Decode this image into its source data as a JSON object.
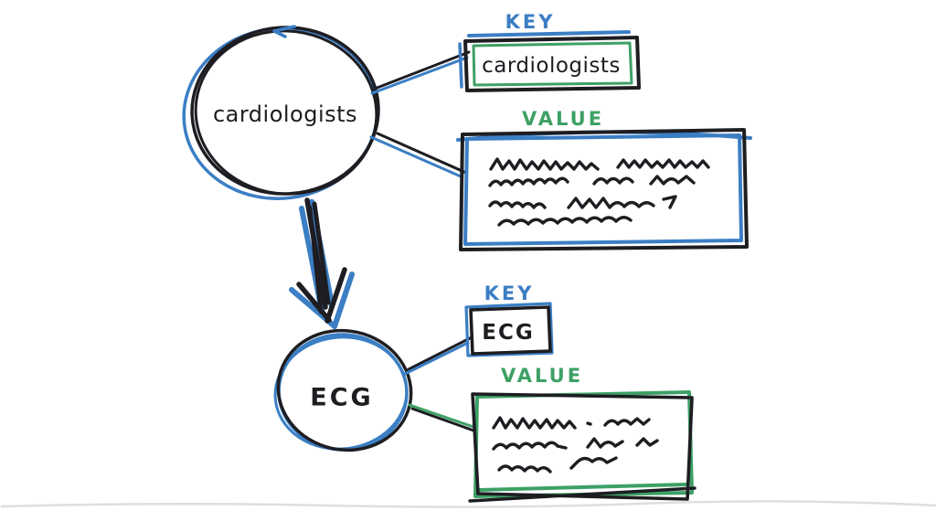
{
  "colors": {
    "paper": "#ffffff",
    "ink": "#1d1d22",
    "blue_accent": "#3b7ec4",
    "green_accent": "#3da065",
    "edge_artifact_gray": "#c3c3c3"
  },
  "top_group": {
    "node": {
      "label": "cardiologists"
    },
    "key_label": "KEY",
    "key_box": {
      "text": "cardiologists"
    },
    "value_label": "VALUE",
    "value_box": {
      "scribble_lines": 4
    }
  },
  "bottom_group": {
    "node": {
      "label": "ECG"
    },
    "key_label": "KEY",
    "key_box": {
      "text": "ECG"
    },
    "value_label": "VALUE",
    "value_box": {
      "scribble_lines": 3
    }
  }
}
